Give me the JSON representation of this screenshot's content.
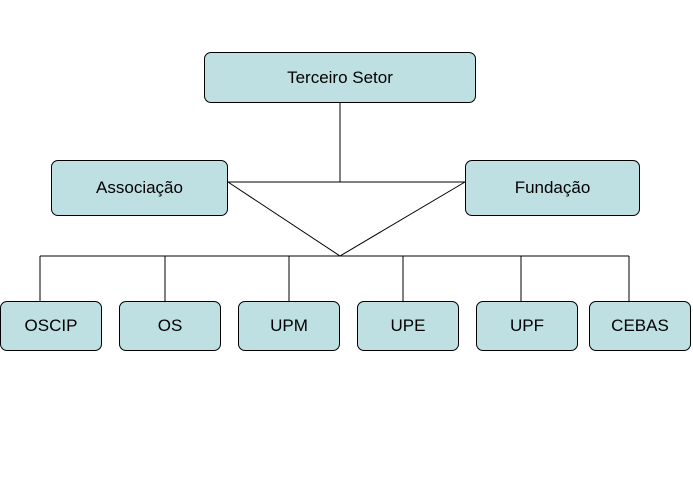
{
  "diagram": {
    "root": "Terceiro Setor",
    "level1": [
      "Associação",
      "Fundação"
    ],
    "level2": [
      "OSCIP",
      "OS",
      "UPM",
      "UPE",
      "UPF",
      "CEBAS"
    ]
  },
  "colors": {
    "node_fill": "#bfe0e3",
    "node_border": "#000000",
    "connector": "#000000",
    "background": "#ffffff"
  }
}
